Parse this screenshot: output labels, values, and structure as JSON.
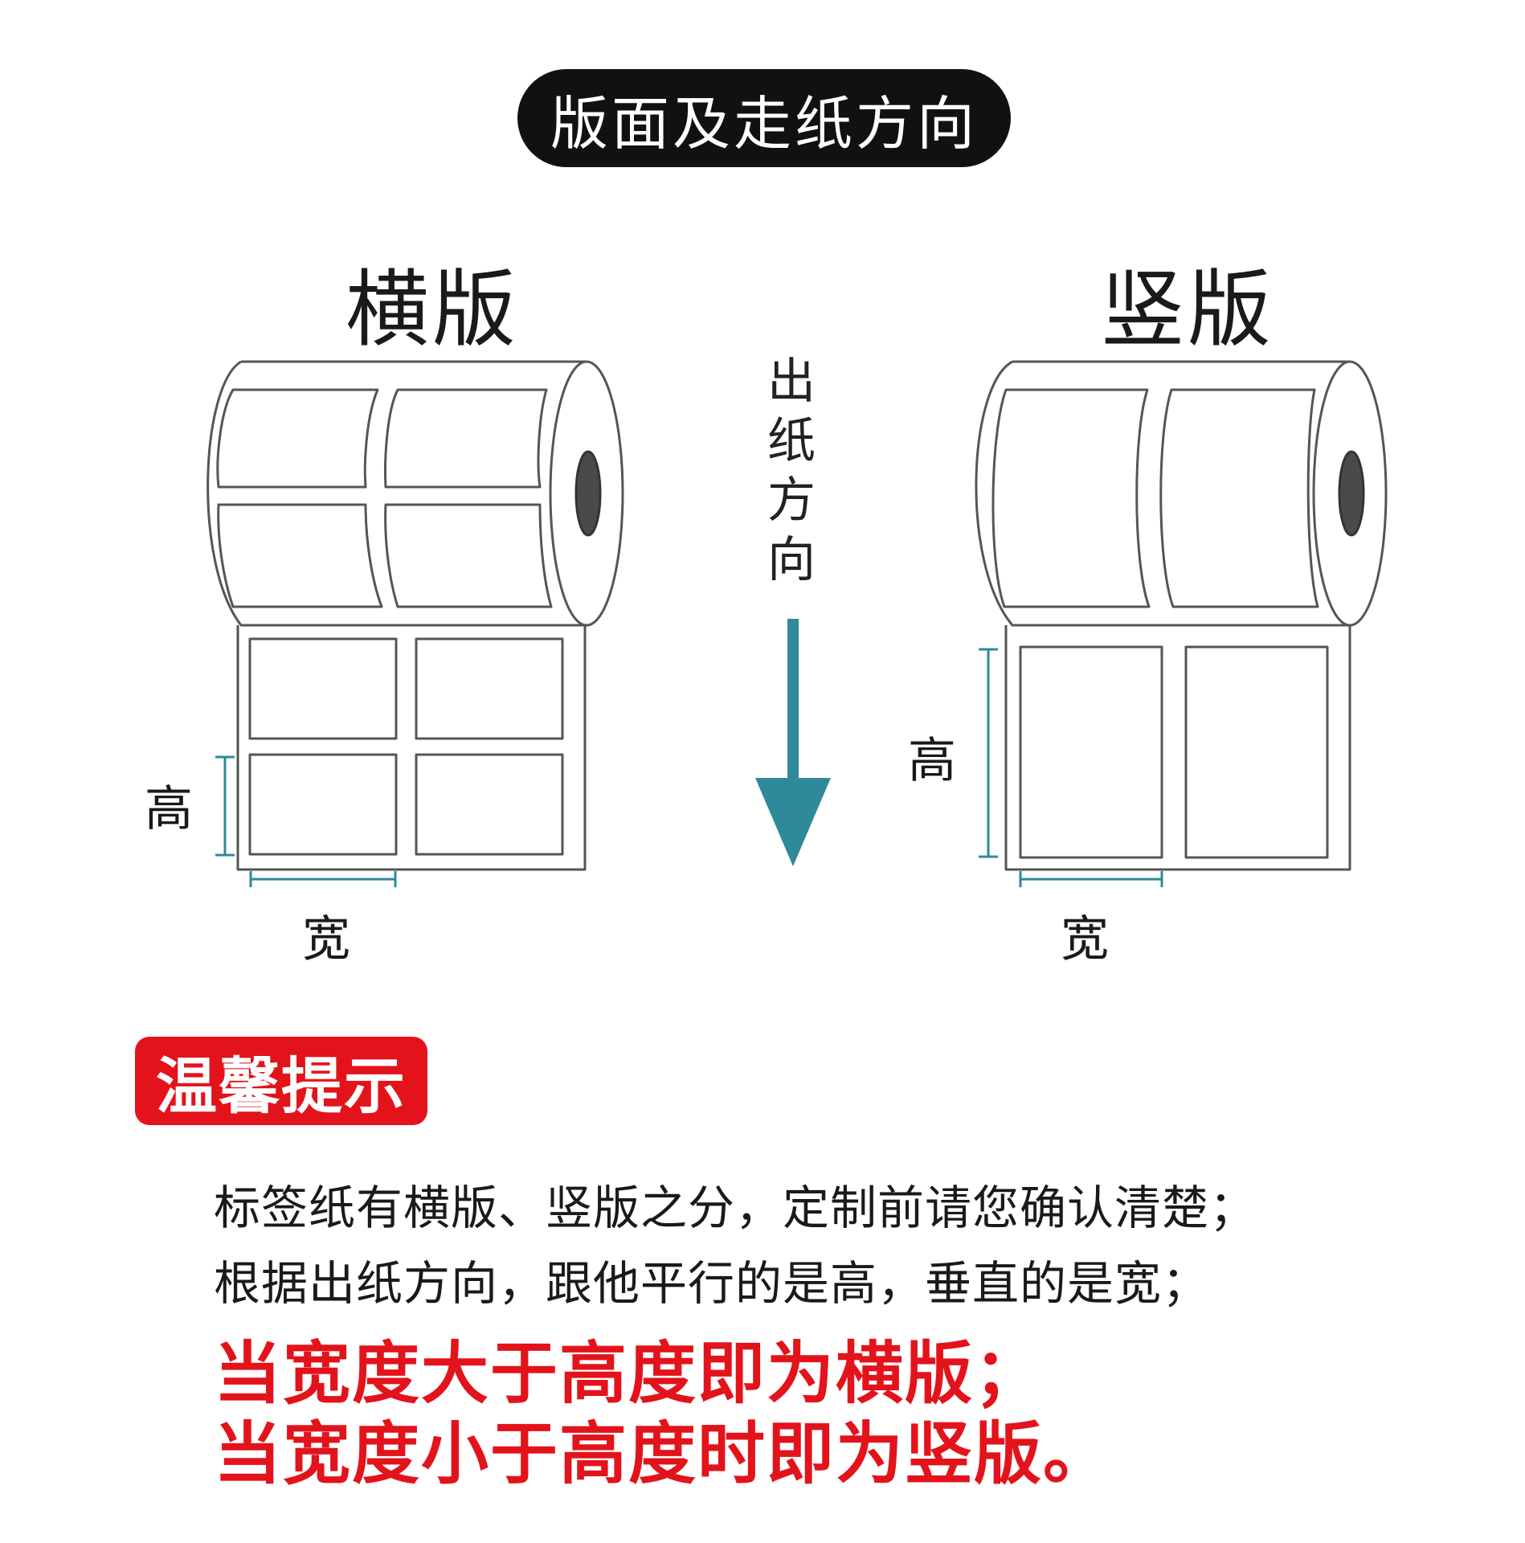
{
  "title": "版面及走纸方向",
  "left_panel": {
    "heading": "横版",
    "height_label": "高",
    "width_label": "宽"
  },
  "right_panel": {
    "heading": "竖版",
    "height_label": "高",
    "width_label": "宽"
  },
  "direction": {
    "chars": [
      "出",
      "纸",
      "方",
      "向"
    ],
    "arrow_color": "#2e8a99"
  },
  "tips": {
    "badge": "温馨提示",
    "line1": "标签纸有横版、竖版之分，定制前请您确认清楚；",
    "line2": "根据出纸方向，跟他平行的是高，垂直的是宽；",
    "line3": "当宽度大于高度即为横版；",
    "line4": "当宽度小于高度时即为竖版。"
  },
  "colors": {
    "accent_red": "#e3131b",
    "teal": "#2e8a99",
    "pill_bg": "#111111"
  }
}
